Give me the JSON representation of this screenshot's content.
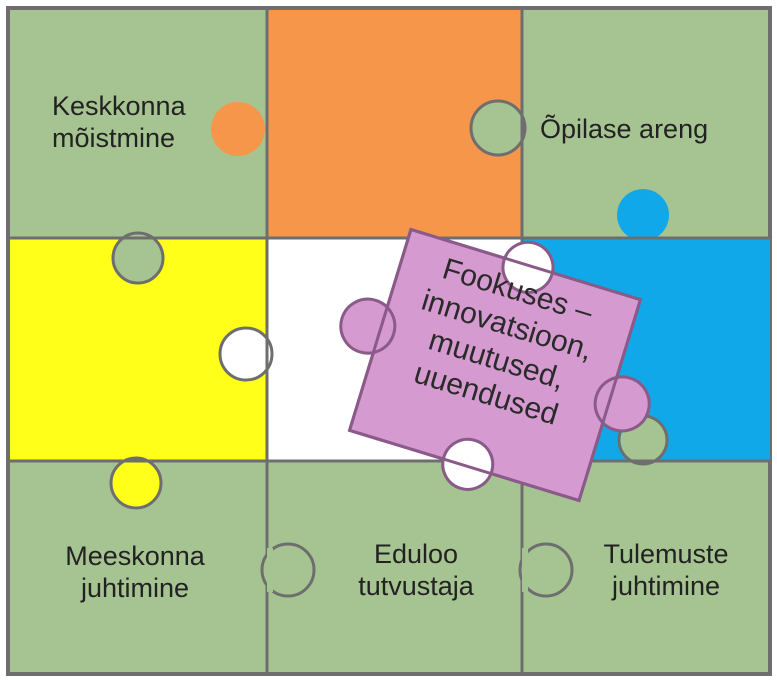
{
  "puzzle": {
    "colors": {
      "green": "#a6c491",
      "orange": "#f5964b",
      "yellow": "#ffff1a",
      "white": "#ffffff",
      "blue": "#10a8e8",
      "pink": "#d59ad0",
      "border": "#6e6e6e"
    },
    "pieces": {
      "top_left": {
        "line1": "Keskkonna",
        "line2": "mõistmine"
      },
      "top_right": {
        "line1": "Õpilase areng"
      },
      "bottom_left": {
        "line1": "Meeskonna",
        "line2": "juhtimine"
      },
      "bottom_middle": {
        "line1": "Eduloo",
        "line2": "tutvustaja"
      },
      "bottom_right": {
        "line1": "Tulemuste",
        "line2": "juhtimine"
      }
    },
    "center": {
      "line1": "Fookuses –",
      "line2": "innovatsioon,",
      "line3": "muutused,",
      "line4": "uuendused"
    }
  }
}
